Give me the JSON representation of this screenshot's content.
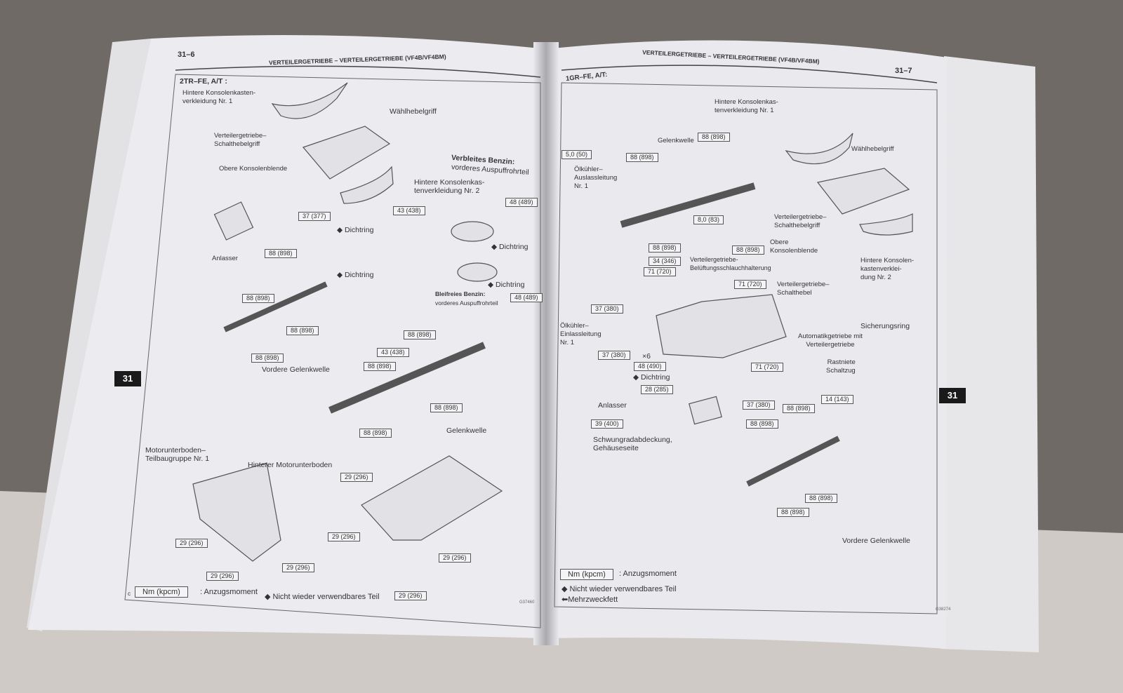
{
  "left_page": {
    "page_number": "31–6",
    "header": "VERTEILERGETRIEBE  –  VERTEILERGETRIEBE (VF4B/VF4BM)",
    "section": "2TR–FE, A/T :",
    "labels": [
      "Hintere Konsolenkasten-\nverkleidung Nr. 1",
      "Wählhebelgriff",
      "Verteilergetriebe–\nSchalthebelgriff",
      "Obere Konsolenblende",
      "Verbleites Benzin:",
      "vorderes Auspuffrohrteil",
      "Hintere Konsolenkas-\ntenverkleidung Nr. 2",
      "◆ Dichtring",
      "◆ Dichtring",
      "◆ Dichtring",
      "◆ Dichtring",
      "Anlasser",
      "Bleifreies Benzin:",
      "vorderes Auspuffrohrteil",
      "Vordere Gelenkwelle",
      "Gelenkwelle",
      "Motorunterboden–\nTeilbaugruppe Nr. 1",
      "Hinterer Motorunterboden"
    ],
    "torque": [
      "37 (377)",
      "43 (438)",
      "48 (489)",
      "88 (898)",
      "48 (489)",
      "88 (898)",
      "88 (898)",
      "88 (898)",
      "43 (438)",
      "88 (898)",
      "88 (898)",
      "88 (898)",
      "88 (898)",
      "29 (296)",
      "29 (296)",
      "29 (296)",
      "29 (296)",
      "29 (296)",
      "29 (296)",
      "29 (296)"
    ],
    "legend": {
      "box": "Nm (kpcm)",
      "torque_label": ": Anzugsmoment",
      "non_reusable": "◆ Nicht wieder verwendbares Teil",
      "corner_mark": "c"
    },
    "tab": "31",
    "figure_code": "G37460"
  },
  "right_page": {
    "page_number": "31–7",
    "header": "VERTEILERGETRIEBE  –  VERTEILERGETRIEBE (VF4B/VF4BM)",
    "section": "1GR–FE, A/T:",
    "labels": [
      "Hintere Konsolenkas-\ntenverkleidung Nr. 1",
      "Gelenkwelle",
      "Wählhebelgriff",
      "Ölkühler–\nAuslassleitung\nNr. 1",
      "Verteilergetriebe–\nSchalthebelgriff",
      "Obere\nKonsolenblende",
      "Verteilergetriebe-\nBelüftungsschlauchhalterung",
      "Hintere Konsolen-\nkastenverklei-\ndung Nr. 2",
      "Verteilergetriebe–\nSchalthebel",
      "Sicherungsring",
      "Ölkühler–\nEinlassleitung\nNr. 1",
      "Automatikgetriebe mit\nVerteilergetriebe",
      "×6",
      "Rastniete\nSchaltzug",
      "◆ Dichtring",
      "Anlasser",
      "Schwungradabdeckung,\nGehäuseseite",
      "Vordere Gelenkwelle"
    ],
    "torque": [
      "88 (898)",
      "5,0 (50)",
      "88 (898)",
      "8,0 (83)",
      "88 (898)",
      "88 (898)",
      "34 (346)",
      "71 (720)",
      "71 (720)",
      "37 (380)",
      "37 (380)",
      "48 (490)",
      "71 (720)",
      "28 (285)",
      "14 (143)",
      "37 (380)",
      "88 (898)",
      "39 (400)",
      "88 (898)",
      "88 (898)",
      "88 (898)"
    ],
    "legend": {
      "box": "Nm (kpcm)",
      "torque_label": ": Anzugsmoment",
      "non_reusable": "◆ Nicht wieder verwendbares Teil",
      "grease": "Mehrzweckfett"
    },
    "tab": "31",
    "figure_code": "G38274"
  }
}
